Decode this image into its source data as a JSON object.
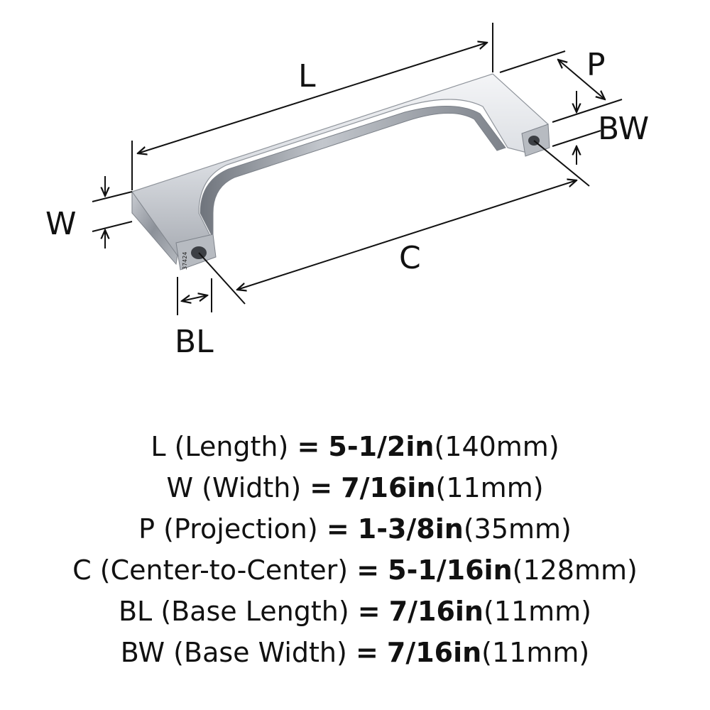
{
  "diagram": {
    "labels": {
      "L": "L",
      "P": "P",
      "BW": "BW",
      "W": "W",
      "C": "C",
      "BL": "BL"
    },
    "part_number": "37424"
  },
  "specs": [
    {
      "key": "L",
      "name": "(Length)",
      "eq": "=",
      "value": "5-1/2in",
      "metric": "(140mm)"
    },
    {
      "key": "W",
      "name": "(Width)",
      "eq": "=",
      "value": "7/16in",
      "metric": "(11mm)"
    },
    {
      "key": "P",
      "name": "(Projection)",
      "eq": "=",
      "value": "1-3/8in",
      "metric": "(35mm)"
    },
    {
      "key": "C",
      "name": "(Center-to-Center)",
      "eq": "=",
      "value": "5-1/16in",
      "metric": "(128mm)"
    },
    {
      "key": "BL",
      "name": "(Base Length)",
      "eq": "=",
      "value": "7/16in",
      "metric": "(11mm)"
    },
    {
      "key": "BW",
      "name": "(Base Width)",
      "eq": "=",
      "value": "7/16in",
      "metric": "(11mm)"
    }
  ]
}
